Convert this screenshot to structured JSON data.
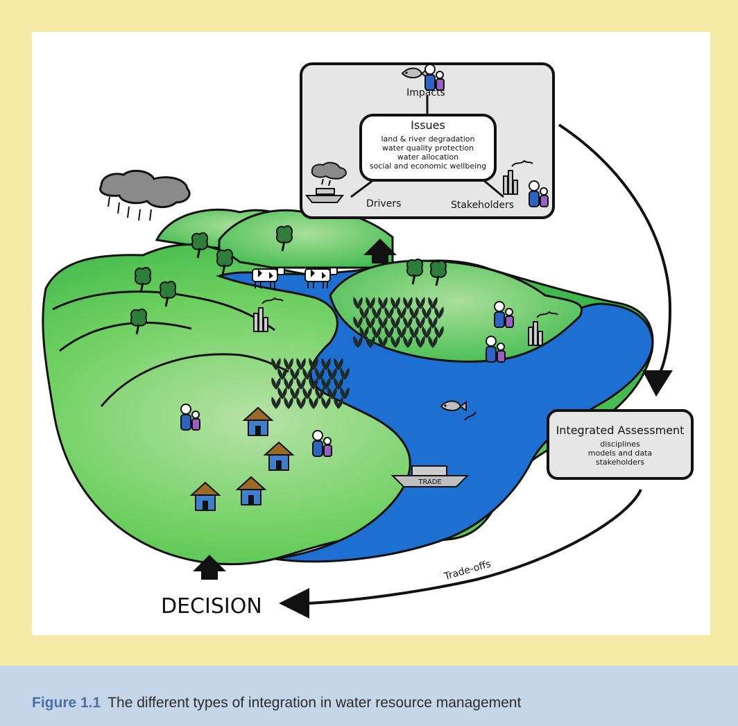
{
  "caption": {
    "figure_number": "Figure 1.1",
    "text": "The different types of integration in water resource management"
  },
  "issues_box": {
    "impacts_label": "Impacts",
    "drivers_label": "Drivers",
    "stakeholders_label": "Stakeholders",
    "issues_title": "Issues",
    "issues_items": [
      "land & river degradation",
      "water quality protection",
      "water allocation",
      "social and economic wellbeing"
    ]
  },
  "assessment_box": {
    "title": "Integrated Assessment",
    "items": [
      "disciplines",
      "models and data",
      "stakeholders"
    ]
  },
  "decision_label": "DECISION",
  "tradeoffs_label": "Trade-offs",
  "boat_label": "TRADE",
  "colors": {
    "frame": "#f4eaa6",
    "caption_bar": "#c6d6ea",
    "land_green": "#4cc04c",
    "water_blue": "#1e6fd2",
    "tree_green": "#2f7d3a",
    "box_fill": "#e6e6e6",
    "cloud_grey": "#8a8a8a"
  }
}
